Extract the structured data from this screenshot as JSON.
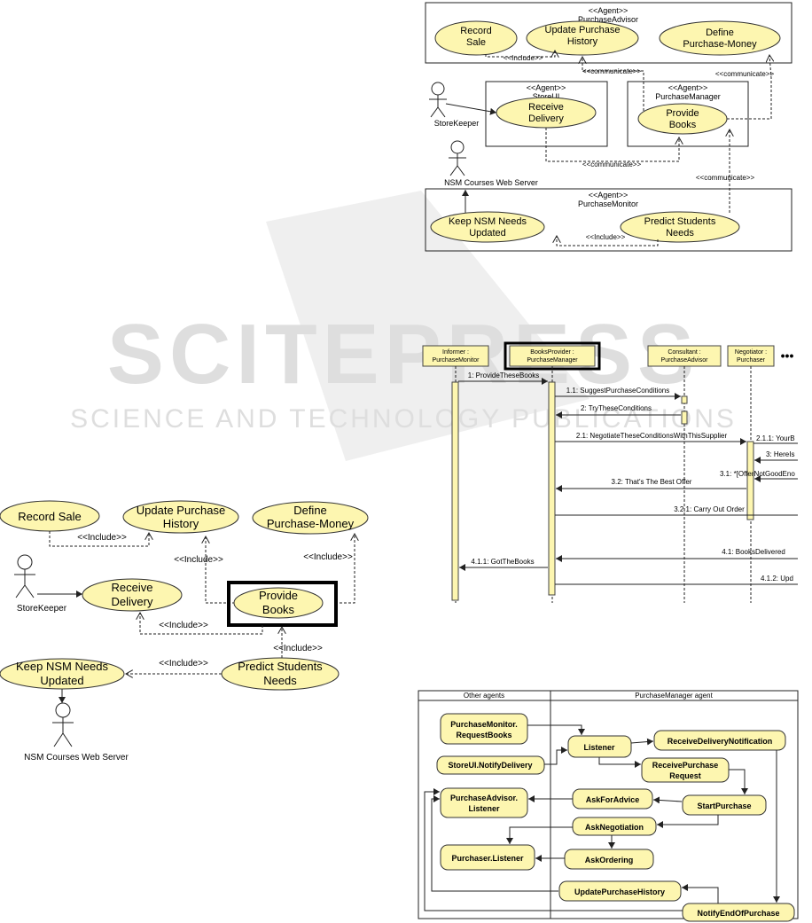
{
  "watermark": {
    "line1": "SCITEPRESS",
    "line2": "SCIENCE AND TECHNOLOGY PUBLICATIONS"
  },
  "top_diagram": {
    "advisor": {
      "stereotype": "<<Agent>>",
      "name": "PurchaseAdvisor",
      "uc1": [
        "Record",
        "Sale"
      ],
      "uc2": [
        "Update Purchase",
        "History"
      ],
      "uc3": [
        "Define",
        "Purchase-Money"
      ],
      "include": "<<Include>>"
    },
    "communicate": "<<communicate>>",
    "storeui": {
      "stereotype": "<<Agent>>",
      "name": "StoreUI",
      "uc": [
        "Receive",
        "Delivery"
      ]
    },
    "manager": {
      "stereotype": "<<Agent>>",
      "name": "PurchaseManager",
      "uc": [
        "Provide",
        "Books"
      ]
    },
    "actor_storekeeper": "StoreKeeper",
    "actor_web": "NSM Courses Web Server",
    "monitor": {
      "stereotype": "<<Agent>>",
      "name": "PurchaseMonitor",
      "uc1": [
        "Keep NSM Needs",
        "Updated"
      ],
      "uc2": [
        "Predict Students",
        "Needs"
      ],
      "include": "<<Include>>"
    }
  },
  "left_diagram": {
    "record_sale": "Record Sale",
    "update": [
      "Update Purchase",
      "History"
    ],
    "define": [
      "Define",
      "Purchase-Money"
    ],
    "receive": [
      "Receive",
      "Delivery"
    ],
    "provide": [
      "Provide",
      "Books"
    ],
    "keep": [
      "Keep NSM Needs",
      "Updated"
    ],
    "predict": [
      "Predict Students",
      "Needs"
    ],
    "include": "<<Include>>",
    "storekeeper": "StoreKeeper",
    "web": "NSM Courses Web Server"
  },
  "sequence": {
    "lifelines": [
      [
        "Informer :",
        "PurchaseMonitor"
      ],
      [
        "BooksProvider :",
        "PurchaseManager"
      ],
      [
        "Consultant :",
        "PurchaseAdvisor"
      ],
      [
        "Negotiator :",
        "Purchaser"
      ]
    ],
    "more": "•••",
    "messages": [
      "1: ProvideTheseBooks",
      "1.1: SuggestPurchaseConditions",
      "2: TryTheseConditions",
      "2.1: NegotiateTheseConditionsWithThisSupplier",
      "2.1.1: YourB",
      "3: HereIs",
      "3.1: *[OfferNotGoodEno",
      "3.2: That's The Best Offer",
      "3.2.1: Carry Out Order",
      "4.1: BooksDelivered",
      "4.1.1: GotTheBooks",
      "4.1.2: Upd"
    ]
  },
  "activity": {
    "lane_left": "Other agents",
    "lane_right": "PurchaseManager agent",
    "nodes": {
      "monitor": [
        "PurchaseMonitor.",
        "RequestBooks"
      ],
      "notify": "StoreUI.NotifyDelivery",
      "advisor": [
        "PurchaseAdvisor.",
        "Listener"
      ],
      "purchaser": "Purchaser.Listener",
      "listener": "Listener",
      "rdn": "ReceiveDeliveryNotification",
      "rpr": [
        "ReceivePurchase",
        "Request"
      ],
      "ask_advice": "AskForAdvice",
      "start": "StartPurchase",
      "ask_neg": "AskNegotiation",
      "ask_ord": "AskOrdering",
      "uph": "UpdatePurchaseHistory",
      "notify_end": "NotifyEndOfPurchase"
    }
  }
}
